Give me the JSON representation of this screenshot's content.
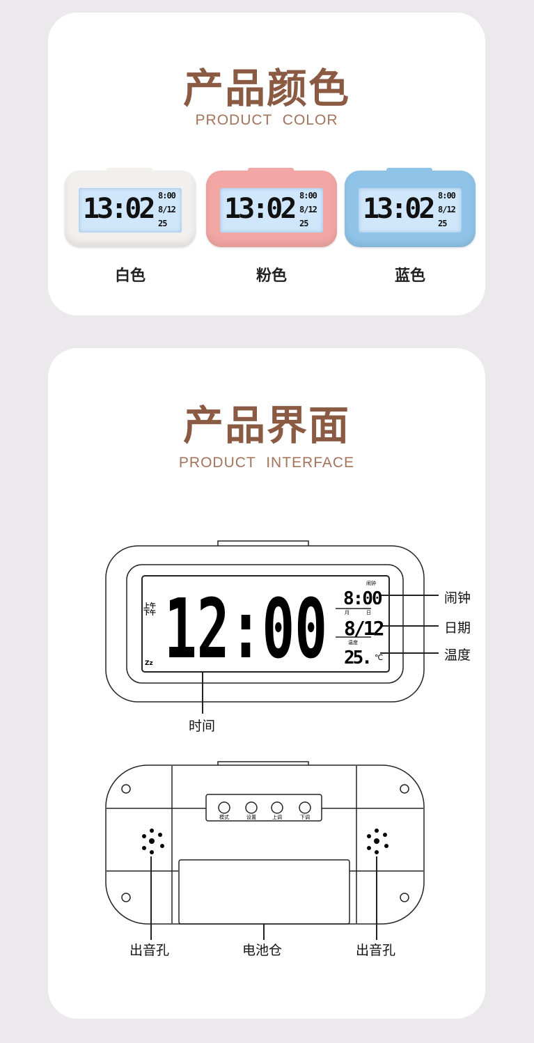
{
  "color_section": {
    "title": "产品颜色",
    "subtitle": "PRODUCT COLOR",
    "variants": [
      {
        "label": "白色",
        "body": "#f1f0ee",
        "time": "13:02",
        "alarm": "8:00",
        "date": "8/12",
        "temp": "25"
      },
      {
        "label": "粉色",
        "body": "#f2a7a4",
        "time": "13:02",
        "alarm": "8:00",
        "date": "8/12",
        "temp": "25"
      },
      {
        "label": "蓝色",
        "body": "#8fc4e8",
        "time": "13:02",
        "alarm": "8:00",
        "date": "8/12",
        "temp": "25"
      }
    ]
  },
  "interface_section": {
    "title": "产品界面",
    "subtitle": "PRODUCT INTERFACE",
    "front": {
      "time": "12:00",
      "am": "上午",
      "pm": "下午",
      "alarm_caption": "闹钟",
      "alarm": "8:00",
      "month": "月",
      "day": "日",
      "date": "8/12",
      "temp_caption": "温度",
      "temp": "25.",
      "unit": "℃",
      "snooze": "Zz",
      "callouts": {
        "alarm": "闹钟",
        "date": "日期",
        "temp": "温度",
        "time": "时间"
      }
    },
    "back": {
      "buttons": [
        "模式",
        "设置",
        "上调",
        "下调"
      ],
      "callouts": {
        "speaker_left": "出音孔",
        "battery": "电池仓",
        "speaker_right": "出音孔"
      }
    }
  },
  "colors": {
    "title": "#8b5a43",
    "background": "#ebe9ec"
  }
}
